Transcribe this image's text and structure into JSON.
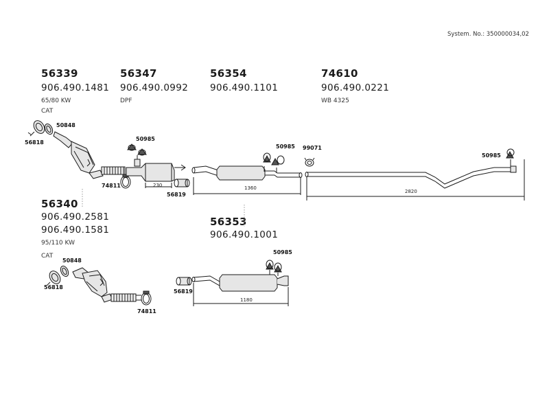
{
  "system_number": "System. No.: 350000034,02",
  "groups": [
    {
      "id": "56339",
      "oem": "906.490.1481",
      "notes": [
        "65/80 KW",
        "CAT"
      ]
    },
    {
      "id": "56347",
      "oem": "906.490.0992",
      "notes": [
        "DPF"
      ]
    },
    {
      "id": "56354",
      "oem": "906.490.1101",
      "notes": []
    },
    {
      "id": "74610",
      "oem": "906.490.0221",
      "notes": [
        "WB 4325"
      ]
    },
    {
      "id": "56340",
      "oem": [
        "906.490.2581",
        "906.490.1581"
      ],
      "notes": [
        "95/110 KW",
        "CAT"
      ]
    },
    {
      "id": "56353",
      "oem": "906.490.1001",
      "notes": []
    }
  ],
  "part_labels": {
    "clamp": "56818",
    "gasket": "50848",
    "mount": "50985",
    "ring_clamp": "74811",
    "sleeve": "56819",
    "hanger_clamp": "99071"
  },
  "dimensions": {
    "dpf": "230",
    "middle_pipe": "1360",
    "rear_pipe": "2820",
    "rear_silencer": "1180"
  },
  "colors": {
    "line": "#1a1a1a",
    "fill": "#e6e6e6",
    "dark_fill": "#555555",
    "dotted": "#999999"
  }
}
